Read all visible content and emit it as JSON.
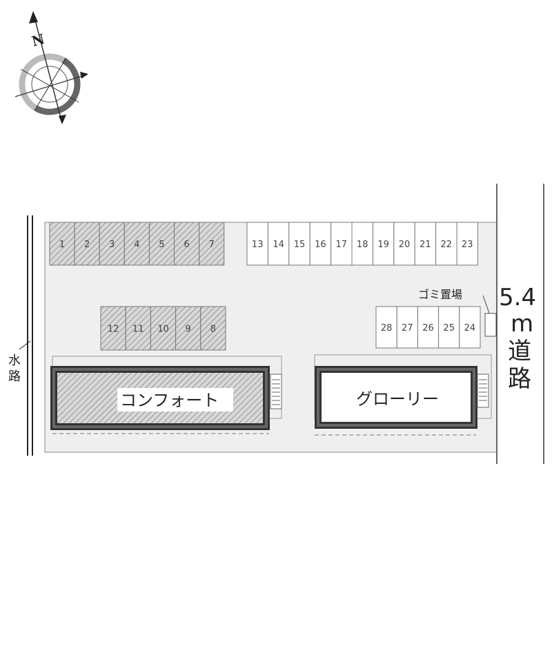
{
  "compass": {
    "north_label": "N",
    "icon": "compass-rose-icon"
  },
  "canal": {
    "label_line1": "水",
    "label_line2": "路"
  },
  "road": {
    "label_line1": "5.4",
    "label_line2": "m",
    "label_line3": "道",
    "label_line4": "路"
  },
  "garbage": {
    "label": "ゴミ置場"
  },
  "buildings": [
    {
      "name": "コンフォート",
      "style": "hatched"
    },
    {
      "name": "グローリー",
      "style": "plain"
    }
  ],
  "parking": {
    "row_top_left": [
      "1",
      "2",
      "3",
      "4",
      "5",
      "6",
      "7"
    ],
    "row_mid_left": [
      "12",
      "11",
      "10",
      "9",
      "8"
    ],
    "row_top_right": [
      "13",
      "14",
      "15",
      "16",
      "17",
      "18",
      "19",
      "20",
      "21",
      "22",
      "23"
    ],
    "row_mid_right": [
      "28",
      "27",
      "26",
      "25",
      "24"
    ],
    "hatched_rows": [
      "row_top_left",
      "row_mid_left"
    ]
  },
  "colors": {
    "lot": "#efefef",
    "building_border": "#666666",
    "hatch": "#888888"
  }
}
